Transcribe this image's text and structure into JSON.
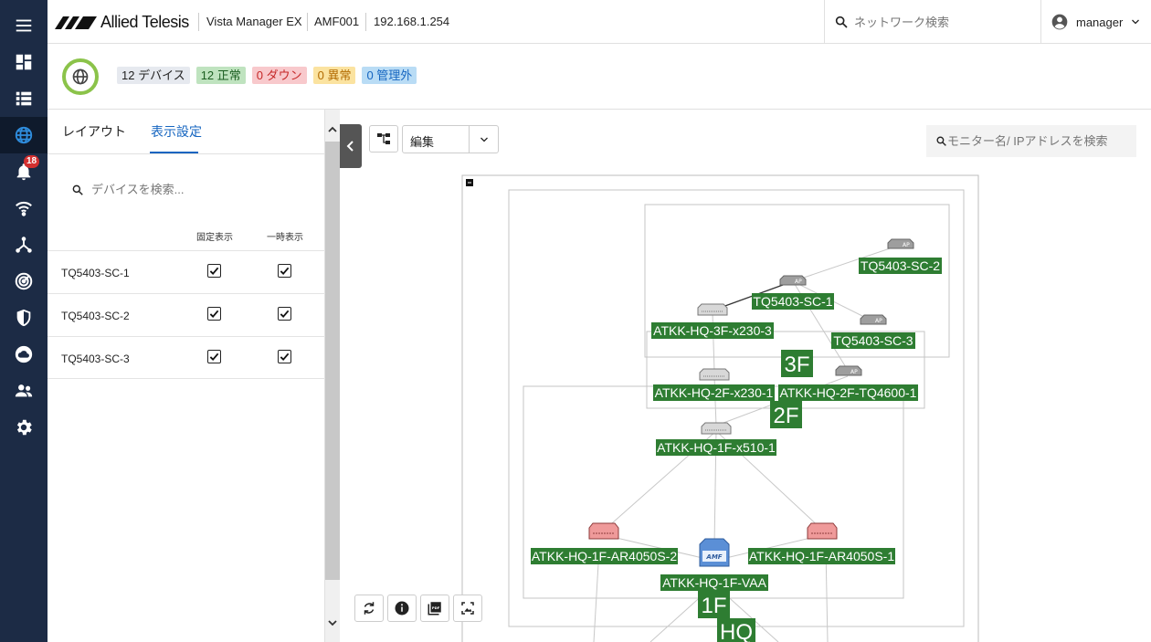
{
  "header": {
    "brand": "Allied Telesis",
    "product": "Vista Manager EX",
    "amf_name": "AMF001",
    "ip_address": "192.168.1.254",
    "search_placeholder": "ネットワーク検索",
    "user": "manager"
  },
  "rail": {
    "items": [
      {
        "icon": "menu-icon"
      },
      {
        "icon": "dashboard-icon"
      },
      {
        "icon": "list-icon"
      },
      {
        "icon": "globe-icon",
        "active": true
      },
      {
        "icon": "bell-icon",
        "badge": "18"
      },
      {
        "icon": "wifi-icon"
      },
      {
        "icon": "topology-icon"
      },
      {
        "icon": "radar-icon"
      },
      {
        "icon": "shield-icon"
      },
      {
        "icon": "cloud-icon"
      },
      {
        "icon": "users-icon"
      },
      {
        "icon": "gear-icon"
      }
    ]
  },
  "status": {
    "devices": "12 デバイス",
    "normal": "12 正常",
    "down": "0 ダウン",
    "abnormal": "0 異常",
    "unmanaged": "0 管理外",
    "colors": {
      "normal": "#bfe3bf",
      "down": "#f8c9cc",
      "abnormal": "#fbe3a0",
      "unmanaged": "#b9dcf5",
      "devices": "#e6e9ef",
      "health_ring": "#8bc34a"
    }
  },
  "panel": {
    "tabs": [
      "レイアウト",
      "表示設定"
    ],
    "active_tab": "表示設定",
    "search_placeholder": "デバイスを検索...",
    "col_fixed": "固定表示",
    "col_temp": "一時表示",
    "rows": [
      {
        "name": "TQ5403-SC-1",
        "fixed": true,
        "temp": true
      },
      {
        "name": "TQ5403-SC-2",
        "fixed": true,
        "temp": true
      },
      {
        "name": "TQ5403-SC-3",
        "fixed": true,
        "temp": true
      }
    ]
  },
  "map": {
    "mode": "編集",
    "monitor_search_placeholder": "モニター名/ IPアドレスを検索",
    "accent_green": "#2e7d32",
    "groups": {
      "floor3": "3F",
      "floor2": "2F",
      "floor1": "1F",
      "hq": "HQ"
    },
    "nodes": [
      {
        "id": "sc2",
        "label": "TQ5403-SC-2",
        "kind": "ap"
      },
      {
        "id": "sc1",
        "label": "TQ5403-SC-1",
        "kind": "ap"
      },
      {
        "id": "sc3",
        "label": "TQ5403-SC-3",
        "kind": "ap"
      },
      {
        "id": "x230_3",
        "label": "ATKK-HQ-3F-x230-3",
        "kind": "switch"
      },
      {
        "id": "x230_1",
        "label": "ATKK-HQ-2F-x230-1",
        "kind": "switch"
      },
      {
        "id": "tq4600",
        "label": "ATKK-HQ-2F-TQ4600-1",
        "kind": "ap"
      },
      {
        "id": "x510",
        "label": "ATKK-HQ-1F-x510-1",
        "kind": "switch"
      },
      {
        "id": "ar2",
        "label": "ATKK-HQ-1F-AR4050S-2",
        "kind": "router"
      },
      {
        "id": "ar1",
        "label": "ATKK-HQ-1F-AR4050S-1",
        "kind": "router"
      },
      {
        "id": "vaa",
        "label": "ATKK-HQ-1F-VAA",
        "kind": "amf",
        "icon_text": "AMF"
      }
    ],
    "tools": [
      "refresh-icon",
      "info-icon",
      "pdf-icon",
      "image-icon"
    ]
  }
}
